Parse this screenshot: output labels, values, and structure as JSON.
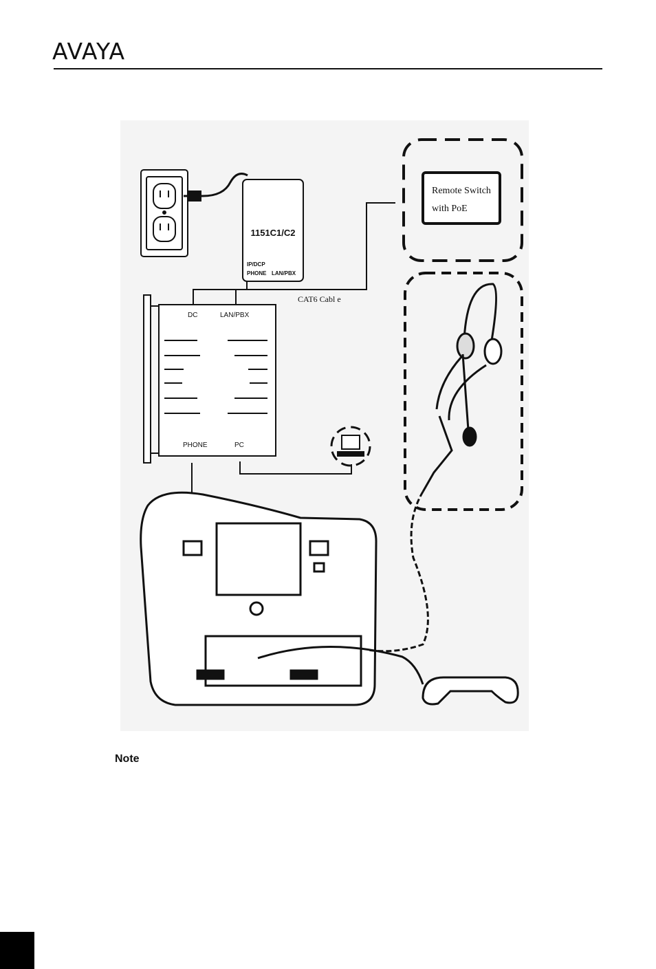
{
  "header": {
    "logo_text": "AVAYA"
  },
  "figure": {
    "adapter_model": "1151C1/C2",
    "adapter_port_left_line1": "IP/DCP",
    "adapter_port_left_line2": "PHONE",
    "adapter_port_right": "LAN/PBX",
    "switch_line1": "Remote Switch",
    "switch_line2": "with PoE",
    "cable_label": "CAT6  Cabl e",
    "port_dc": "DC",
    "port_lan_pbx": "LAN/PBX",
    "port_phone": "PHONE",
    "port_pc": "PC"
  },
  "note": {
    "label": "Note"
  },
  "colors": {
    "ink": "#111111",
    "figure_bg": "#f4f4f4",
    "tab": "#000000"
  }
}
